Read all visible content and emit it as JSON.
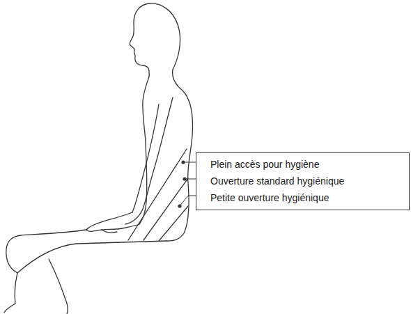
{
  "diagram": {
    "nodes": [
      {
        "text": [
          "Plein accès pour hygiène",
          "Ouverture standard hygiénique",
          "Petite ouverture hygiénique"
        ]
      }
    ]
  }
}
